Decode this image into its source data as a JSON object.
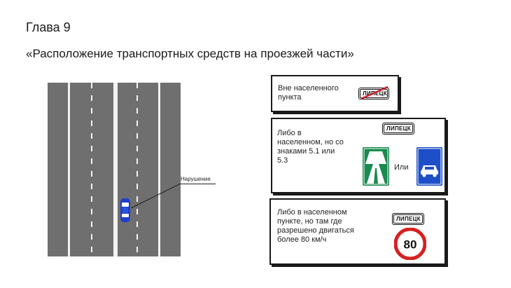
{
  "slide": {
    "chapter": "Глава 9",
    "title": "«Расположение транспортных средств на проезжей части»"
  },
  "illustration": {
    "violation_label": "Нарушение"
  },
  "conditions": [
    {
      "text_lines": [
        "Вне населенного",
        "пункта"
      ],
      "sign_city": "ЛИПЕЦК"
    },
    {
      "text_lines": [
        "Либо в",
        "населенном, но со",
        "знаками 5.1 или",
        "5.3"
      ],
      "sign_city": "ЛИПЕЦК",
      "or_word": "Или"
    },
    {
      "text_lines": [
        "Либо в населенном",
        "пункте, но там где",
        "разрешено двигаться",
        "более 80 км/ч"
      ],
      "sign_city": "ЛИПЕЦК",
      "speed_limit": "80"
    }
  ],
  "colors": {
    "road": "#6f6f6f",
    "car": "#1e3fc9",
    "motorway_sign": "#1a8a4e",
    "road_for_cars_sign": "#1d4fc8",
    "prohibition_red": "#d62020",
    "strike_red": "#c8202a"
  }
}
